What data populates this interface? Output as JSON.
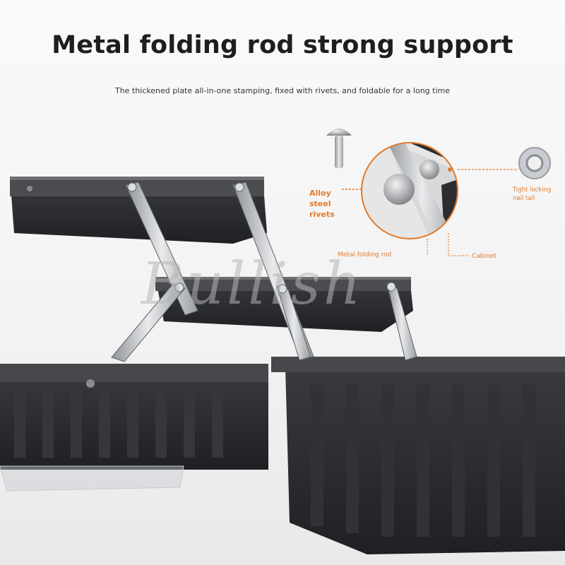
{
  "headline": "Metal folding rod strong support",
  "subline": "The thickened plate all-in-one stamping, fixed with rivets, and foldable for a long time",
  "callouts": {
    "alloy_line1": "Alloy",
    "alloy_line2": "steel",
    "alloy_line3": "rivets",
    "rod": "Metal folding rod",
    "cabinet": "Cabinet",
    "tail_line1": "Tight locking",
    "tail_line2": "nail tail"
  },
  "watermark": "Bullish",
  "colors": {
    "accent": "#e07b2c",
    "cabinet": "#2b2d30",
    "steel": "#b9bcc0",
    "text": "#1e1e1e"
  }
}
